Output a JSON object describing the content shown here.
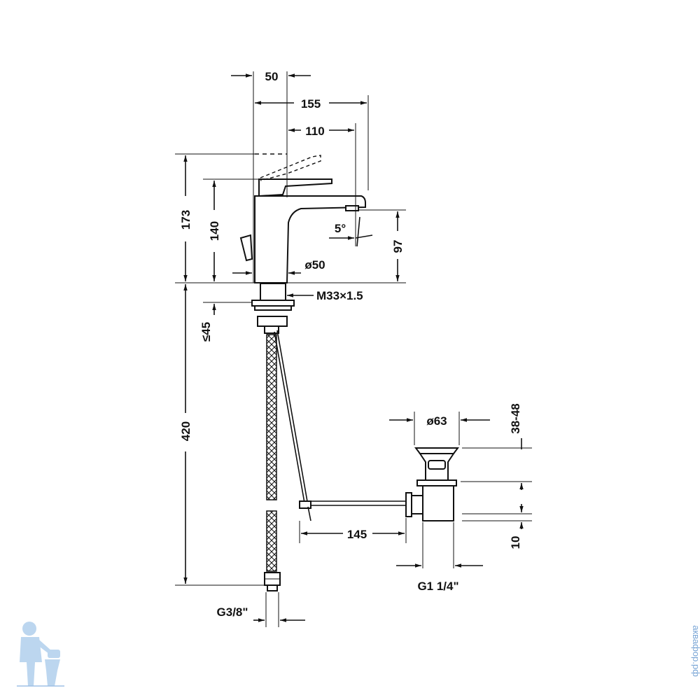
{
  "dimensions": {
    "d50": "50",
    "d155": "155",
    "d110": "110",
    "d173": "173",
    "d140": "140",
    "d5deg": "5°",
    "d97": "97",
    "dia50": "ø50",
    "m33": "M33×1.5",
    "le45": "≤45",
    "d420": "420",
    "dia63": "ø63",
    "d3848": "38-48",
    "d145": "145",
    "d10": "10",
    "g114": "G1 1/4\"",
    "g38": "G3/8\""
  },
  "watermark": {
    "text": "аквафор.рф",
    "color": "#7aa6d6"
  },
  "logo": {
    "icon": "plumber-mascot-icon",
    "color": "#bcd6ef"
  }
}
